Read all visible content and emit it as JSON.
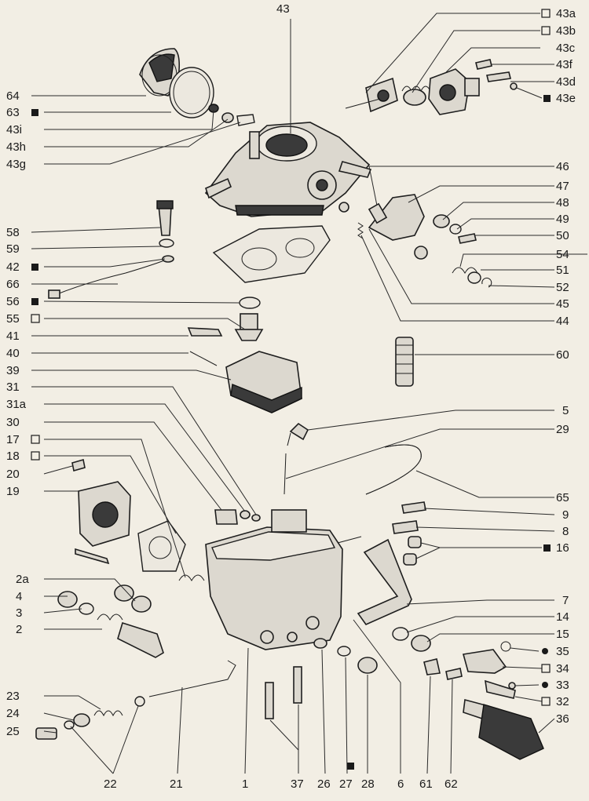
{
  "labels": [
    {
      "id": "43",
      "text": "43",
      "marker": "none"
    },
    {
      "id": "43a",
      "text": "43a",
      "marker": "open-square"
    },
    {
      "id": "43b",
      "text": "43b",
      "marker": "open-square"
    },
    {
      "id": "43c",
      "text": "43c",
      "marker": "none"
    },
    {
      "id": "43f",
      "text": "43f",
      "marker": "none"
    },
    {
      "id": "43d",
      "text": "43d",
      "marker": "none"
    },
    {
      "id": "43e",
      "text": "43e",
      "marker": "filled-square"
    },
    {
      "id": "64",
      "text": "64",
      "marker": "none"
    },
    {
      "id": "63",
      "text": "63",
      "marker": "filled-square"
    },
    {
      "id": "43i",
      "text": "43i",
      "marker": "none"
    },
    {
      "id": "43h",
      "text": "43h",
      "marker": "none"
    },
    {
      "id": "43g",
      "text": "43g",
      "marker": "none"
    },
    {
      "id": "46",
      "text": "46",
      "marker": "none"
    },
    {
      "id": "47",
      "text": "47",
      "marker": "none"
    },
    {
      "id": "48",
      "text": "48",
      "marker": "none"
    },
    {
      "id": "49",
      "text": "49",
      "marker": "none"
    },
    {
      "id": "50",
      "text": "50",
      "marker": "none"
    },
    {
      "id": "54",
      "text": "54",
      "marker": "none"
    },
    {
      "id": "51",
      "text": "51",
      "marker": "none"
    },
    {
      "id": "52",
      "text": "52",
      "marker": "none"
    },
    {
      "id": "45",
      "text": "45",
      "marker": "none"
    },
    {
      "id": "44",
      "text": "44",
      "marker": "none"
    },
    {
      "id": "58",
      "text": "58",
      "marker": "none"
    },
    {
      "id": "59",
      "text": "59",
      "marker": "none"
    },
    {
      "id": "42",
      "text": "42",
      "marker": "filled-square"
    },
    {
      "id": "66",
      "text": "66",
      "marker": "none"
    },
    {
      "id": "56",
      "text": "56",
      "marker": "filled-square"
    },
    {
      "id": "55",
      "text": "55",
      "marker": "open-square"
    },
    {
      "id": "41",
      "text": "41",
      "marker": "none"
    },
    {
      "id": "40",
      "text": "40",
      "marker": "none"
    },
    {
      "id": "39",
      "text": "39",
      "marker": "none"
    },
    {
      "id": "60",
      "text": "60",
      "marker": "none"
    },
    {
      "id": "31",
      "text": "31",
      "marker": "none"
    },
    {
      "id": "31a",
      "text": "31a",
      "marker": "none"
    },
    {
      "id": "30",
      "text": "30",
      "marker": "none"
    },
    {
      "id": "17",
      "text": "17",
      "marker": "open-square"
    },
    {
      "id": "18",
      "text": "18",
      "marker": "open-square"
    },
    {
      "id": "20",
      "text": "20",
      "marker": "none"
    },
    {
      "id": "19",
      "text": "19",
      "marker": "none"
    },
    {
      "id": "5",
      "text": "5",
      "marker": "none"
    },
    {
      "id": "29",
      "text": "29",
      "marker": "none"
    },
    {
      "id": "65",
      "text": "65",
      "marker": "none"
    },
    {
      "id": "9",
      "text": "9",
      "marker": "none"
    },
    {
      "id": "8",
      "text": "8",
      "marker": "none"
    },
    {
      "id": "16",
      "text": "16",
      "marker": "filled-square"
    },
    {
      "id": "2a",
      "text": "2a",
      "marker": "none"
    },
    {
      "id": "4",
      "text": "4",
      "marker": "none"
    },
    {
      "id": "3",
      "text": "3",
      "marker": "none"
    },
    {
      "id": "2",
      "text": "2",
      "marker": "none"
    },
    {
      "id": "7",
      "text": "7",
      "marker": "none"
    },
    {
      "id": "14",
      "text": "14",
      "marker": "none"
    },
    {
      "id": "15",
      "text": "15",
      "marker": "none"
    },
    {
      "id": "35",
      "text": "35",
      "marker": "filled-dot"
    },
    {
      "id": "34",
      "text": "34",
      "marker": "open-square"
    },
    {
      "id": "33",
      "text": "33",
      "marker": "filled-dot"
    },
    {
      "id": "32",
      "text": "32",
      "marker": "open-square"
    },
    {
      "id": "36",
      "text": "36",
      "marker": "none"
    },
    {
      "id": "23",
      "text": "23",
      "marker": "none"
    },
    {
      "id": "24",
      "text": "24",
      "marker": "none"
    },
    {
      "id": "25",
      "text": "25",
      "marker": "none"
    },
    {
      "id": "22",
      "text": "22",
      "marker": "none"
    },
    {
      "id": "21",
      "text": "21",
      "marker": "none"
    },
    {
      "id": "1",
      "text": "1",
      "marker": "none"
    },
    {
      "id": "37",
      "text": "37",
      "marker": "none"
    },
    {
      "id": "26",
      "text": "26",
      "marker": "none"
    },
    {
      "id": "27",
      "text": "27",
      "marker": "filled-square"
    },
    {
      "id": "28",
      "text": "28",
      "marker": "none"
    },
    {
      "id": "6",
      "text": "6",
      "marker": "none"
    },
    {
      "id": "61",
      "text": "61",
      "marker": "none"
    },
    {
      "id": "62",
      "text": "62",
      "marker": "none"
    }
  ],
  "colors": {
    "paper": "#f2eee4",
    "ink": "#1a1a1a",
    "part_fill": "#dcd8cf",
    "dark_fill": "#3a3a3a"
  }
}
